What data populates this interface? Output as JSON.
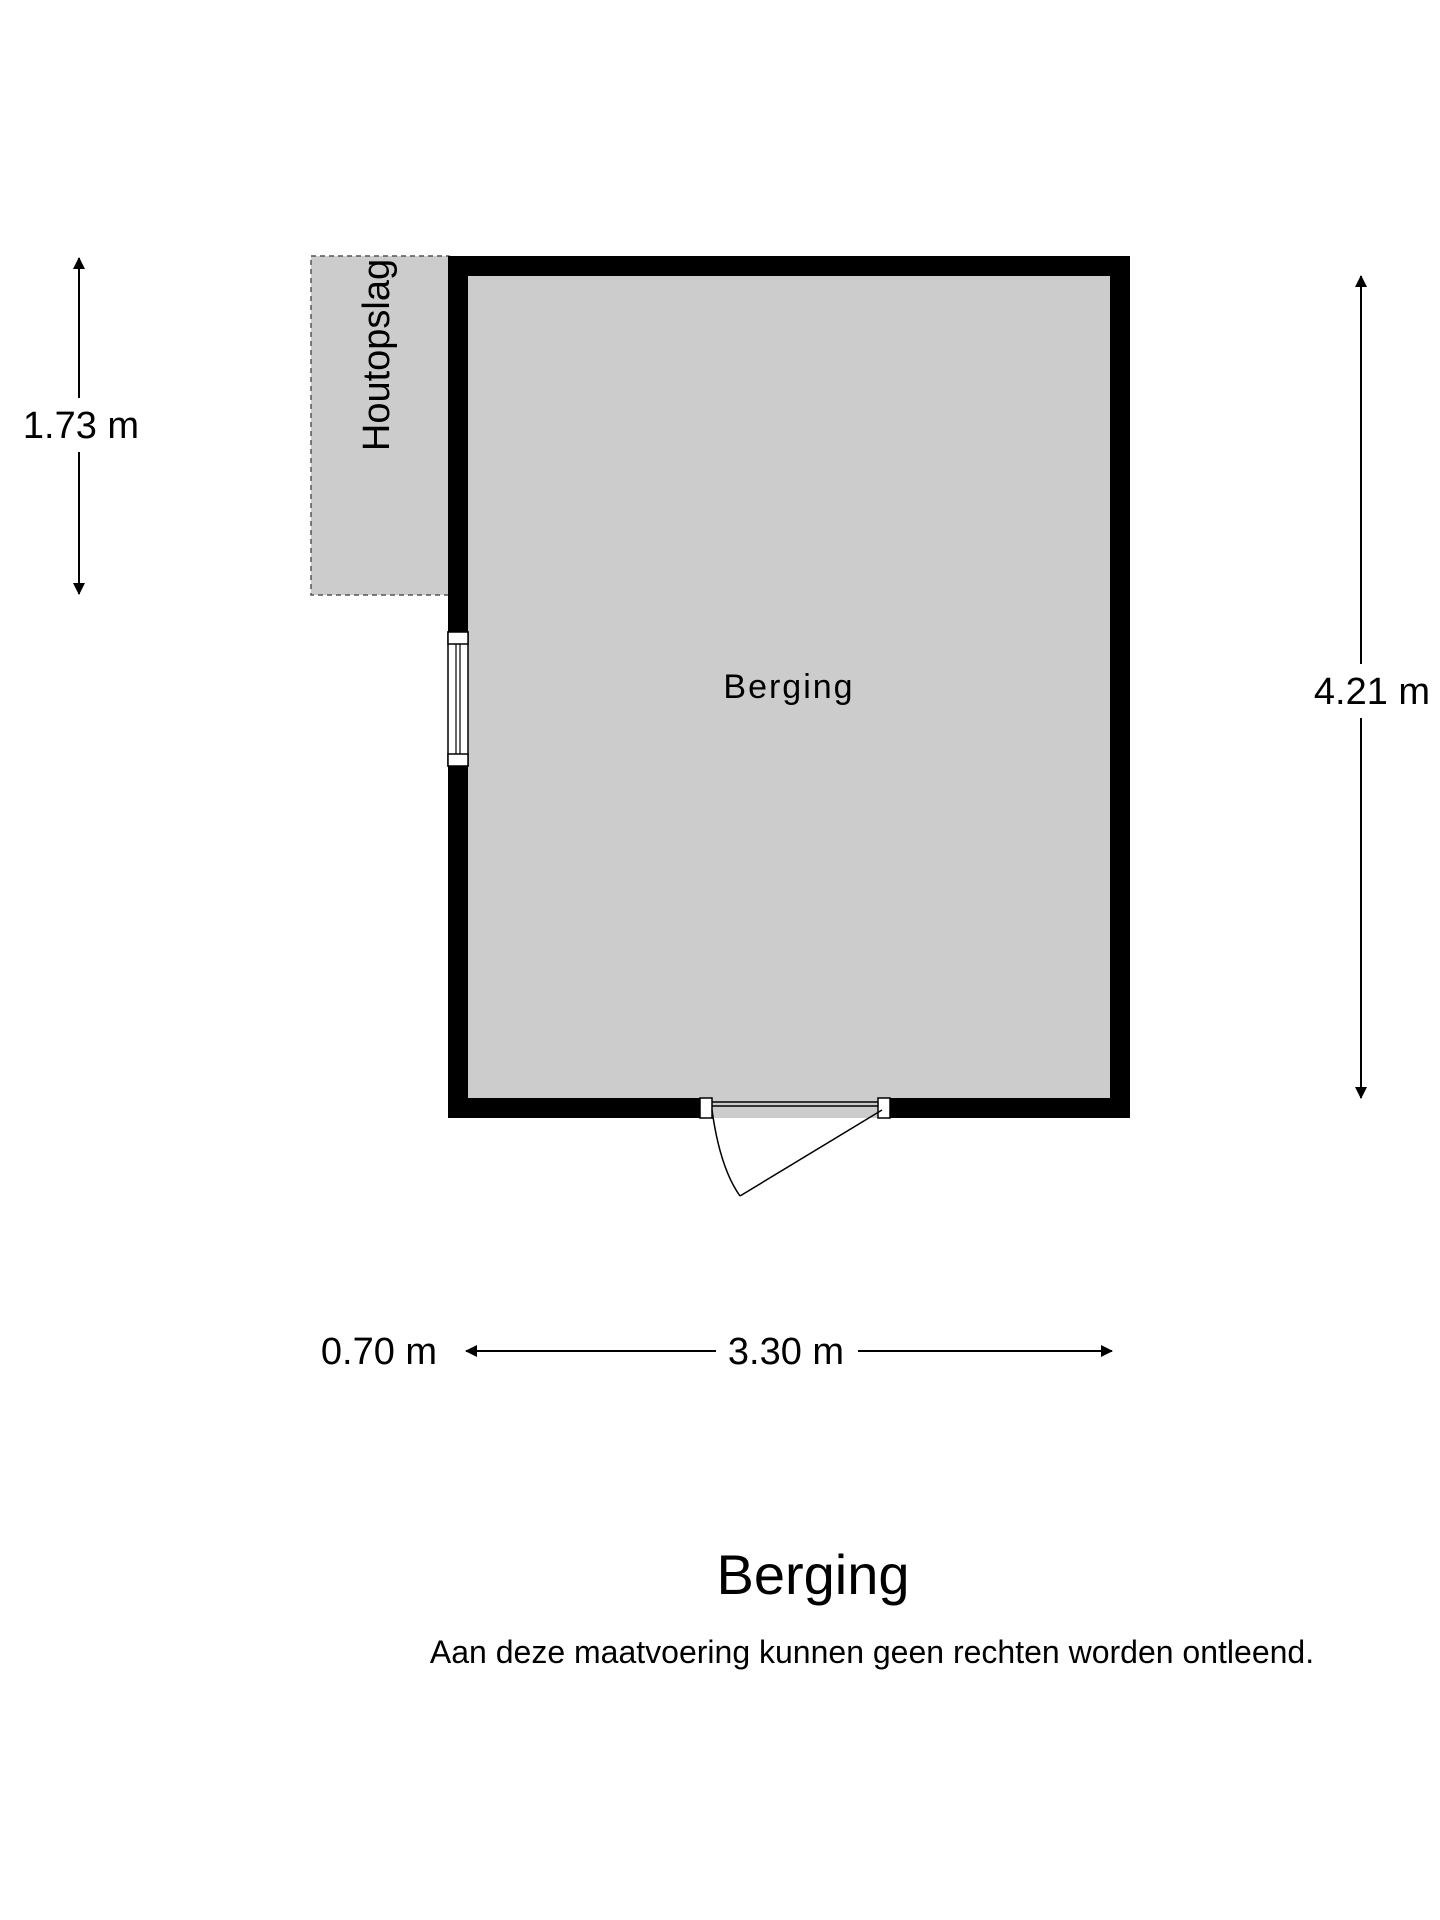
{
  "rooms": {
    "main": "Berging",
    "annex": "Houtopslag"
  },
  "dimensions": {
    "annex_height": "1.73 m",
    "main_height": "4.21 m",
    "annex_width": "0.70 m",
    "main_width": "3.30 m"
  },
  "title": "Berging",
  "disclaimer": "Aan deze maatvoering kunnen geen rechten worden ontleend.",
  "colors": {
    "floor": "#cccccc",
    "wall": "#000000",
    "background": "#ffffff"
  }
}
